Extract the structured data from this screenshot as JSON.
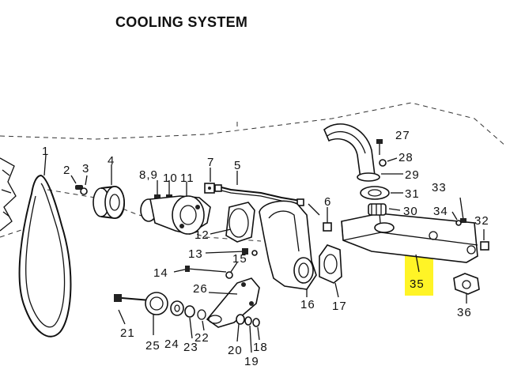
{
  "title": "COOLING SYSTEM",
  "highlight_color": "#fff200",
  "callouts": {
    "c1": "1",
    "c2": "2",
    "c3": "3",
    "c4": "4",
    "c89": "8,9",
    "c10": "10",
    "c11": "11",
    "c7": "7",
    "c5": "5",
    "c6": "6",
    "c12": "12",
    "c13": "13",
    "c14": "14",
    "c15": "15",
    "c16": "16",
    "c17": "17",
    "c18": "18",
    "c19": "19",
    "c20": "20",
    "c21": "21",
    "c22": "22",
    "c23": "23",
    "c24": "24",
    "c25": "25",
    "c26": "26",
    "c27": "27",
    "c28": "28",
    "c29": "29",
    "c30": "30",
    "c31": "31",
    "c32": "32",
    "c33": "33",
    "c34": "34",
    "c35": "35",
    "c36": "36"
  }
}
